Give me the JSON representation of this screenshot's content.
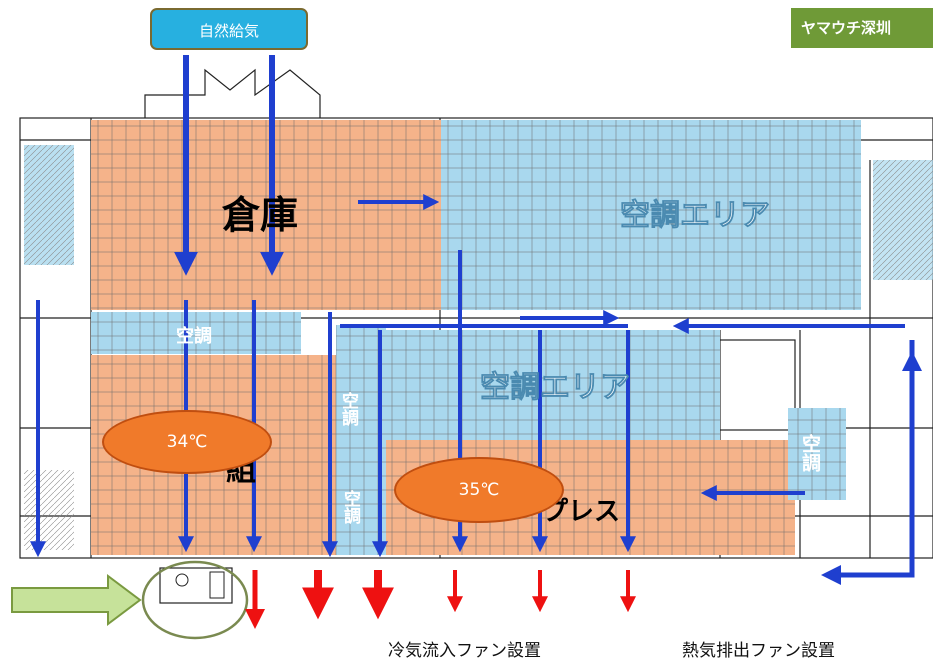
{
  "header": {
    "corner_tag": "ヤマウチ深圳"
  },
  "intake_label": "自然給気",
  "zones": {
    "warehouse": "倉庫",
    "ac_area_top": "空調エリア",
    "ac_area_middle": "空調エリア",
    "ac_strip": "空調",
    "ac_vertical_left": "空調",
    "ac_vertical_lower": "空調",
    "ac_right_small": "空調",
    "press": "プレス",
    "lower_left_label": "組"
  },
  "temperatures": {
    "left": "34℃",
    "right": "35℃"
  },
  "legend": {
    "cold_inflow": "冷気流入ファン設置",
    "hot_exhaust": "熱気排出ファン設置"
  },
  "colors": {
    "warehouse_fill": "#f5b38a",
    "ac_fill": "#a9d8ee",
    "airflow_arrow": "#1f3fcf",
    "exhaust_arrow": "#ee1111",
    "inflow_arrow": "#c6e29a",
    "corner_tag": "#6f9a37",
    "intake_box": "#27b0e0"
  }
}
